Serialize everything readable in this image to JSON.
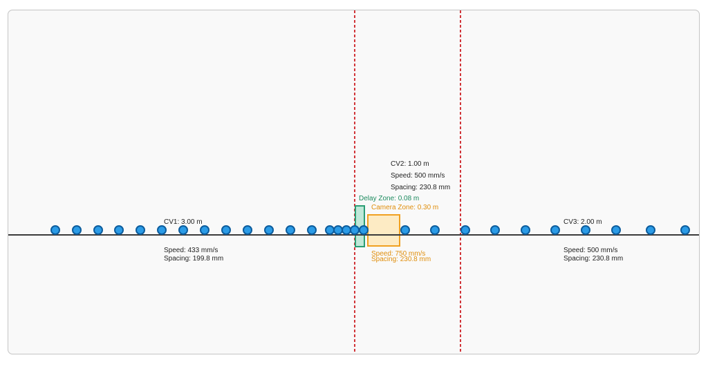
{
  "colors": {
    "panel_background": "#f9f9f9",
    "panel_border": "#c4c4c4",
    "conveyor_line": "#3a3a3a",
    "boundary_line": "#d13438",
    "item_fill": "#2b9be6",
    "item_stroke": "#0d5c9c",
    "delay_zone_fill": "#bfe8d8",
    "delay_zone_stroke": "#2a9d74",
    "camera_zone_fill": "#fdebc4",
    "camera_zone_stroke": "#f0a020",
    "label_text": "#222222"
  },
  "conveyors": [
    {
      "name_label": "CV1: 3.00 m",
      "speed_label": "Speed: 433 mm/s",
      "spacing_label": "Spacing: 199.8 mm"
    },
    {
      "name_label": "CV2: 1.00 m",
      "speed_label": "Speed: 500 mm/s",
      "spacing_label": "Spacing: 230.8 mm"
    },
    {
      "name_label": "CV3: 2.00 m",
      "speed_label": "Speed: 500 mm/s",
      "spacing_label": "Spacing: 230.8 mm"
    }
  ],
  "zones": {
    "delay": {
      "label": "Delay Zone: 0.08 m"
    },
    "camera": {
      "label": "Camera Zone: 0.30 m",
      "speed_label": "Speed: 750 mm/s",
      "spacing_label": "Spacing: 230.8 mm"
    }
  },
  "item_count": 28
}
